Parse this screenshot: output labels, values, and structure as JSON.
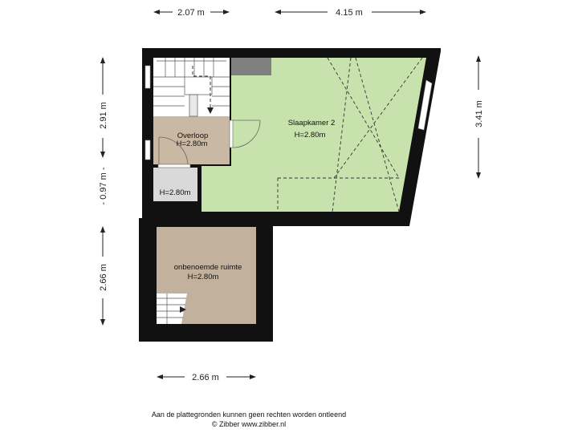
{
  "dimensions": {
    "top_left": "2.07 m",
    "top_right": "4.15 m",
    "left_upper": "2.91 m",
    "left_middle": "- 0.97 m -",
    "left_lower": "2.66 m",
    "right": "3.41 m",
    "bottom": "2.66 m"
  },
  "rooms": {
    "slaapkamer": {
      "name": "Slaapkamer 2",
      "height": "H=2.80m"
    },
    "overloop": {
      "name": "Overloop",
      "height": "H=2.80m"
    },
    "small_room": {
      "height": "H=2.80m"
    },
    "onbenoemde": {
      "name": "onbenoemde ruimte",
      "height": "H=2.80m"
    }
  },
  "colors": {
    "wall": "#111111",
    "slaapkamer_fill": "#c8e2ad",
    "overloop_fill": "#c9b8a3",
    "onbenoemde_fill": "#c2b29d",
    "small_room_fill": "#d9d9d9",
    "stair_fill": "#ffffff",
    "chimney_fill": "#808080"
  },
  "footer": {
    "disclaimer": "Aan de plattegronden kunnen geen rechten worden ontleend",
    "copyright": "© Zibber www.zibber.nl"
  }
}
